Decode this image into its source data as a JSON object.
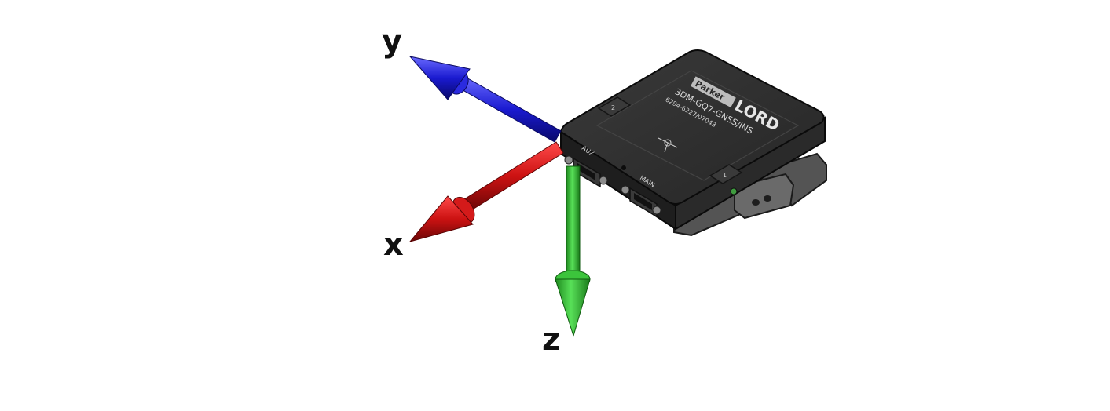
{
  "axes": {
    "x": {
      "label": "x",
      "color": "#c41414"
    },
    "y": {
      "label": "y",
      "color": "#1a1ad0"
    },
    "z": {
      "label": "z",
      "color": "#27b327"
    }
  },
  "device": {
    "brand_parker": "Parker",
    "brand_lord": "LORD",
    "model": "3DM-GQ7-GNSS/INS",
    "part_number": "6294-6227/07043",
    "port_aux": "AUX",
    "port_main": "MAIN",
    "antenna_1": "1",
    "antenna_2": "2",
    "body_color": "#2b2b2b",
    "base_color": "#4a4a4a"
  }
}
